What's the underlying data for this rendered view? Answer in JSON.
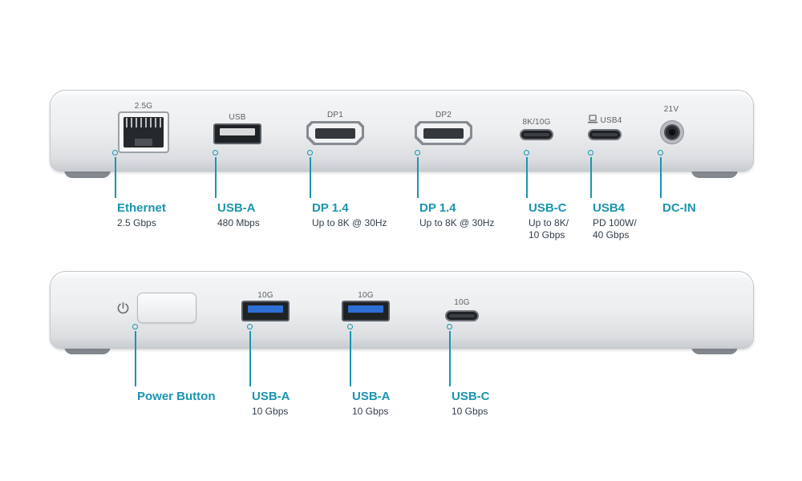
{
  "colors": {
    "accent": "#1a95b0",
    "callout_subtitle": "#323e4a",
    "port_label_text": "#5c6267",
    "device_silver": "#eceef0"
  },
  "rear_view": {
    "port_labels": {
      "ethernet": "2.5G",
      "usb_a": "USB",
      "dp1": "DP1",
      "dp2": "DP2",
      "usb_c": "8K/10G",
      "usb4": "USB4",
      "dc_in": "21V"
    },
    "callouts": [
      {
        "title": "Ethernet",
        "line1": "2.5 Gbps"
      },
      {
        "title": "USB-A",
        "line1": "480 Mbps"
      },
      {
        "title": "DP 1.4",
        "line1": "Up to 8K @ 30Hz"
      },
      {
        "title": "DP 1.4",
        "line1": "Up to 8K @ 30Hz"
      },
      {
        "title": "USB-C",
        "line1": "Up to 8K/",
        "line2": "10 Gbps"
      },
      {
        "title": "USB4",
        "line1": "PD 100W/",
        "line2": "40 Gbps"
      },
      {
        "title": "DC-IN"
      }
    ]
  },
  "front_view": {
    "port_labels": {
      "usb_a_1": "10G",
      "usb_a_2": "10G",
      "usb_c": "10G"
    },
    "callouts": [
      {
        "title": "Power Button"
      },
      {
        "title": "USB-A",
        "line1": "10 Gbps"
      },
      {
        "title": "USB-A",
        "line1": "10 Gbps"
      },
      {
        "title": "USB-C",
        "line1": "10 Gbps"
      }
    ]
  },
  "icons": {
    "power": "power-icon",
    "laptop": "laptop-icon"
  }
}
